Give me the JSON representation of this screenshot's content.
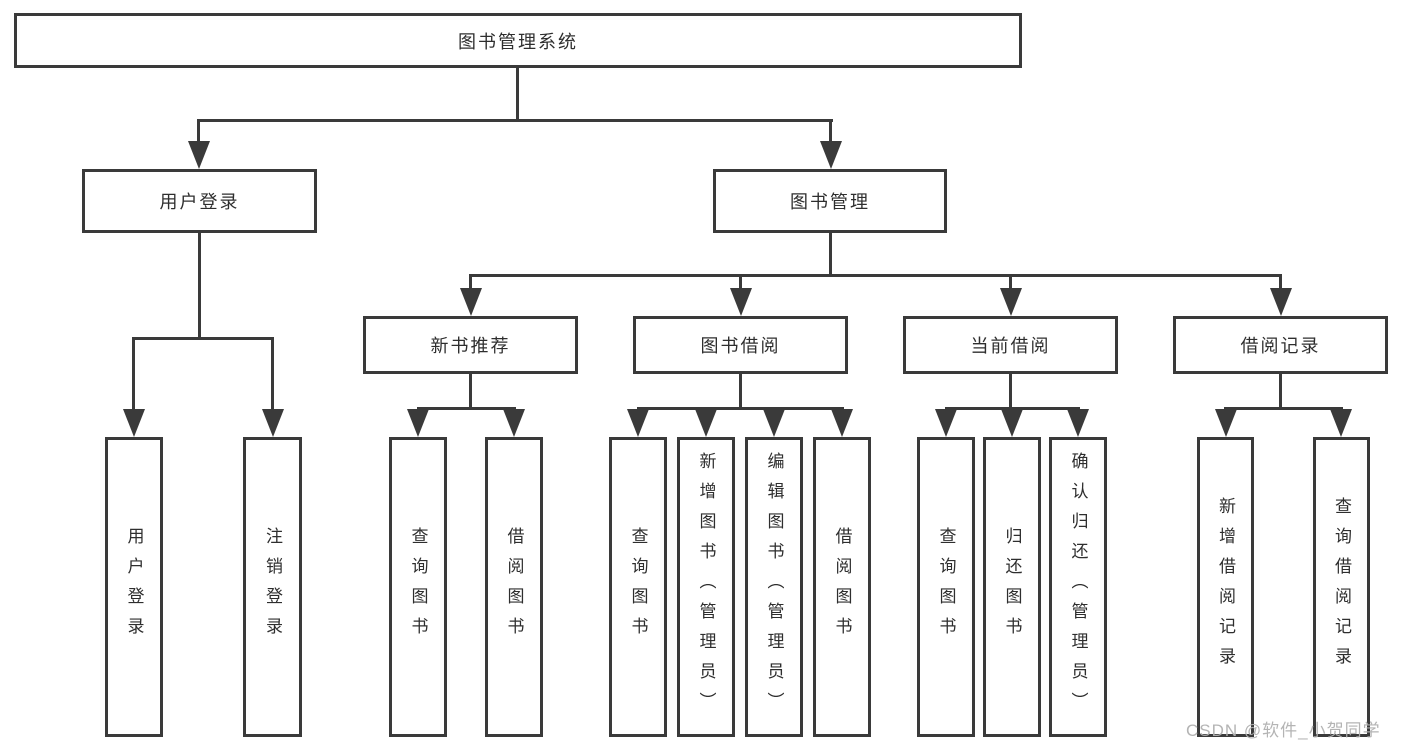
{
  "diagram_title": "图书管理系统",
  "colors": {
    "line": "#3a3a3a",
    "box_border": "#3a3a3a",
    "text": "#2e2e2e",
    "background": "#ffffff",
    "watermark": "#b0b0b0"
  },
  "watermark": {
    "text": "CSDN @软件_小贺同学"
  },
  "tree": {
    "label": "图书管理系统",
    "children": [
      {
        "label": "用户登录",
        "children": [
          {
            "label": "用户登录"
          },
          {
            "label": "注销登录"
          }
        ]
      },
      {
        "label": "图书管理",
        "children": [
          {
            "label": "新书推荐",
            "children": [
              {
                "label": "查询图书"
              },
              {
                "label": "借阅图书"
              }
            ]
          },
          {
            "label": "图书借阅",
            "children": [
              {
                "label": "查询图书"
              },
              {
                "label": "新增图书（管理员）"
              },
              {
                "label": "编辑图书（管理员）"
              },
              {
                "label": "借阅图书"
              }
            ]
          },
          {
            "label": "当前借阅",
            "children": [
              {
                "label": "查询图书"
              },
              {
                "label": "归还图书"
              },
              {
                "label": "确认归还（管理员）"
              }
            ]
          },
          {
            "label": "借阅记录",
            "children": [
              {
                "label": "新增借阅记录"
              },
              {
                "label": "查询借阅记录"
              }
            ]
          }
        ]
      }
    ]
  }
}
